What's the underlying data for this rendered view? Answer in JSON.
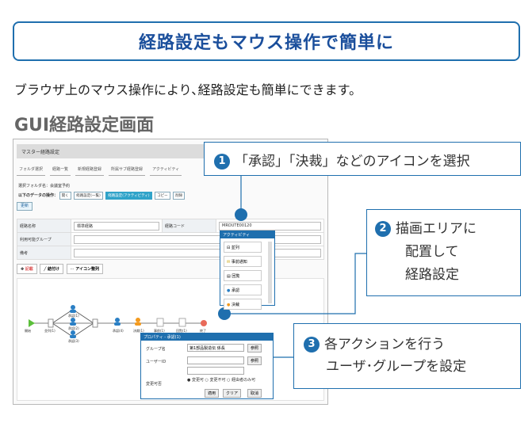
{
  "banner": {
    "title": "経路設定もマウス操作で簡単に"
  },
  "intro": "ブラウザ上のマウス操作により､経路設定も簡単にできます。",
  "section_title": "GUI経路設定画面",
  "screen": {
    "header": "マスター経路設定",
    "tabs": [
      "フォルダ選択",
      "経路一覧",
      "新規経路登録",
      "所属サブ経路登録",
      "アクティビティ"
    ],
    "folder_label": "選択フォルダ名：会議室予約",
    "ops_label": "以下のデータの操作：",
    "ops_buttons": [
      "開く",
      "経路設定(一覧)",
      "経路設定(アクティビティ)",
      "コピー",
      "削除"
    ],
    "new_button": "更新",
    "form": {
      "route_name_label": "経路名称",
      "route_name_value": "標準経路",
      "route_code_label": "経路コード",
      "route_code_value": "MROUTE00120",
      "group_label": "利用可能グループ",
      "note_label": "備考"
    },
    "toolbar": [
      "記載",
      "結付け",
      "アイコン整列"
    ],
    "palette": {
      "title": "アクティビティ",
      "items": [
        "並列",
        "事前通知",
        "回覧",
        "承認",
        "決裁"
      ]
    },
    "flow_labels": [
      "開始",
      "並列(1)",
      "承認(1)",
      "承認(2)",
      "承認(3)",
      "承認(4)",
      "決裁(1)",
      "事前(1)",
      "回覧(1)",
      "終了"
    ],
    "property": {
      "title": "プロパティ - 承認(1)",
      "group_label": "グループ名",
      "group_value": "第1部品製造伝 係長",
      "user_label": "ユーザーID",
      "change_label": "変更可否",
      "radio_options": [
        "変更可",
        "変更不可",
        "経由者のみ可"
      ],
      "buttons": [
        "適用",
        "クリア",
        "取消"
      ],
      "ref_button": "参照"
    }
  },
  "callouts": {
    "c1": {
      "num": "1",
      "text": "「承認」「決裁」などのアイコンを選択"
    },
    "c2": {
      "num": "2",
      "lines": [
        "描画エリアに",
        "配置して",
        "経路設定"
      ]
    },
    "c3": {
      "num": "3",
      "lines": [
        "各アクションを行う",
        "ユーザ･グループを設定"
      ]
    }
  },
  "colors": {
    "accent": "#1f6fae",
    "title_blue": "#1b4f9c",
    "approve": "#2a7fc4",
    "decide": "#f39a1e",
    "end": "#e86a5a",
    "start": "#5bbf3a"
  }
}
